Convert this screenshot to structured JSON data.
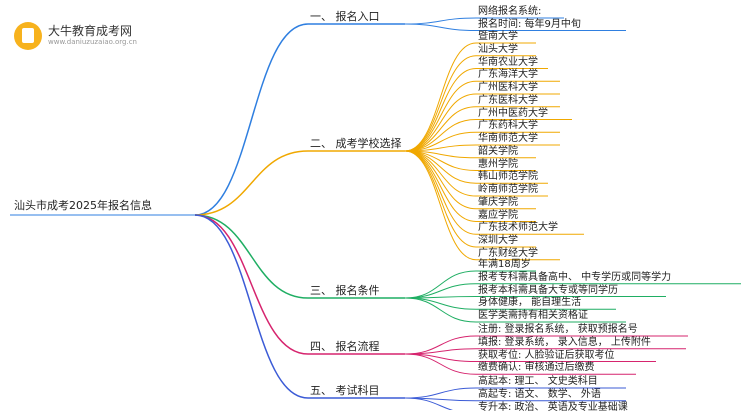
{
  "logo": {
    "title": "大牛教育成考网",
    "subtitle": "www.daniuzuzaiao.org.cn"
  },
  "root": "汕头市成考2025年报名信息",
  "sections": [
    {
      "label": "一、 报名入口",
      "color": "#2f7fe0",
      "items": [
        "网络报名系统:",
        "报名时间: 每年9月中旬"
      ]
    },
    {
      "label": "二、 成考学校选择",
      "color": "#f0a800",
      "items": [
        "暨南大学",
        "汕头大学",
        "华南农业大学",
        "广东海洋大学",
        "广州医科大学",
        "广东医科大学",
        "广州中医药大学",
        "广东药科大学",
        "华南师范大学",
        "韶关学院",
        "惠州学院",
        "韩山师范学院",
        "岭南师范学院",
        "肇庆学院",
        "嘉应学院",
        "广东技术师范大学",
        "深圳大学",
        "广东财经大学"
      ]
    },
    {
      "label": "三、 报名条件",
      "color": "#1fae63",
      "items": [
        "年满18周岁",
        "报考专科需具备高中、 中专学历或同等学力",
        "报考本科需具备大专或等同学历",
        "身体健康， 能自理生活",
        "医学类需持有相关资格证"
      ]
    },
    {
      "label": "四、 报名流程",
      "color": "#d6246e",
      "items": [
        "注册: 登录报名系统， 获取预报名号",
        "填报: 登录系统， 录入信息， 上传附件",
        "获取考位: 人脸验证后获取考位",
        "缴费确认: 审核通过后缴费"
      ]
    },
    {
      "label": "五、 考试科目",
      "color": "#3b5bd6",
      "items": [
        "高起本: 理工、 文史类科目",
        "高起专: 语文、 数学、 外语",
        "专升本: 政治、 英语及专业基础课"
      ]
    }
  ]
}
